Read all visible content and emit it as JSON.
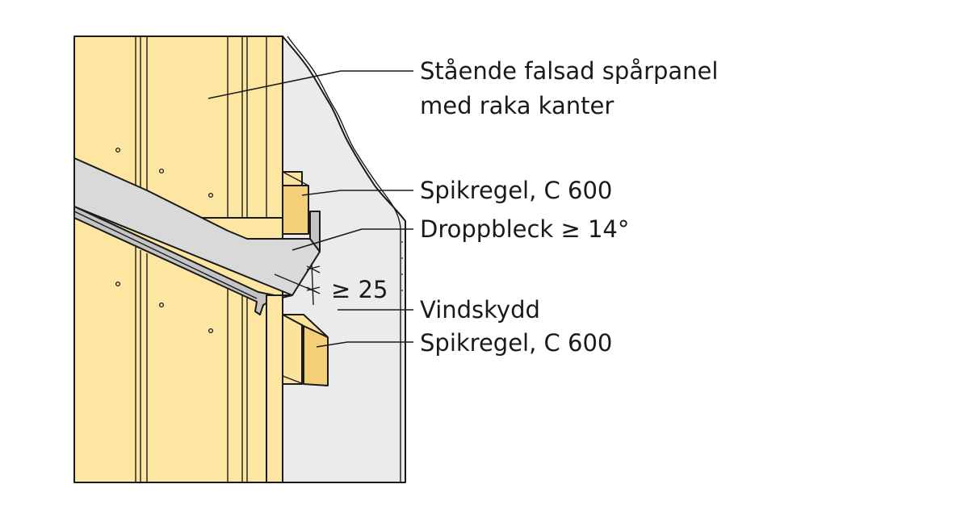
{
  "colors": {
    "panel": "#fce6a2",
    "panel_shade": "#f7d98a",
    "batten": "#fbe39d",
    "batten_end": "#f3cf78",
    "wind_barrier": "#ebebeb",
    "flashing_top": "#d9d9d9",
    "flashing_front": "#c4c4c4",
    "line": "#1a1a1a"
  },
  "labels": {
    "panel_line1": "Stående falsad spårpanel",
    "panel_line2": "med raka kanter",
    "spikregel_upper": "Spikregel, C 600",
    "droppbleck": "Droppbleck ≥ 14°",
    "dimension": "≥ 25",
    "vindskydd": "Vindskydd",
    "spikregel_lower": "Spikregel, C 600"
  }
}
